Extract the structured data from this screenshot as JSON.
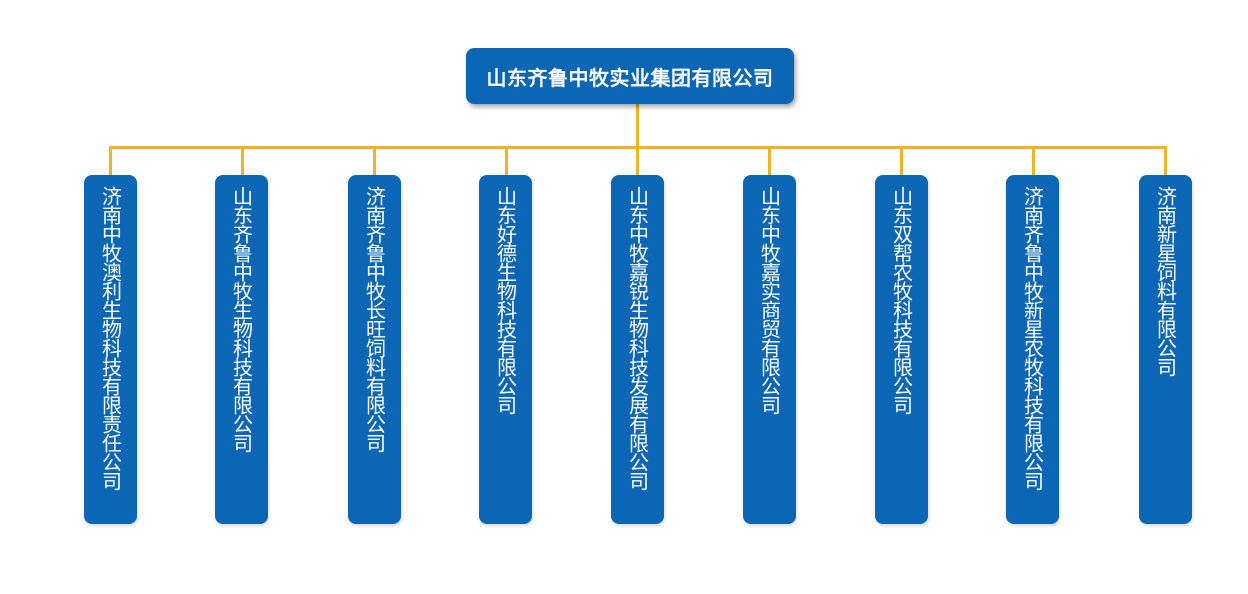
{
  "colors": {
    "node_fill": "#0b66b5",
    "connector": "#f0b323",
    "background": "#ffffff"
  },
  "root": {
    "label": "山东齐鲁中牧实业集团有限公司"
  },
  "children": [
    {
      "label": "济南中牧澳利生物科技有限责任公司"
    },
    {
      "label": "山东齐鲁中牧生物科技有限公司"
    },
    {
      "label": "济南齐鲁中牧长旺饲料有限公司"
    },
    {
      "label": "山东好德生物科技有限公司"
    },
    {
      "label": "山东中牧嘉锐生物科技发展有限公司"
    },
    {
      "label": "山东中牧嘉实商贸有限公司"
    },
    {
      "label": "山东双帮农牧科技有限公司"
    },
    {
      "label": "济南齐鲁中牧新星农牧科技有限公司"
    },
    {
      "label": "济南新星饲料有限公司"
    }
  ]
}
